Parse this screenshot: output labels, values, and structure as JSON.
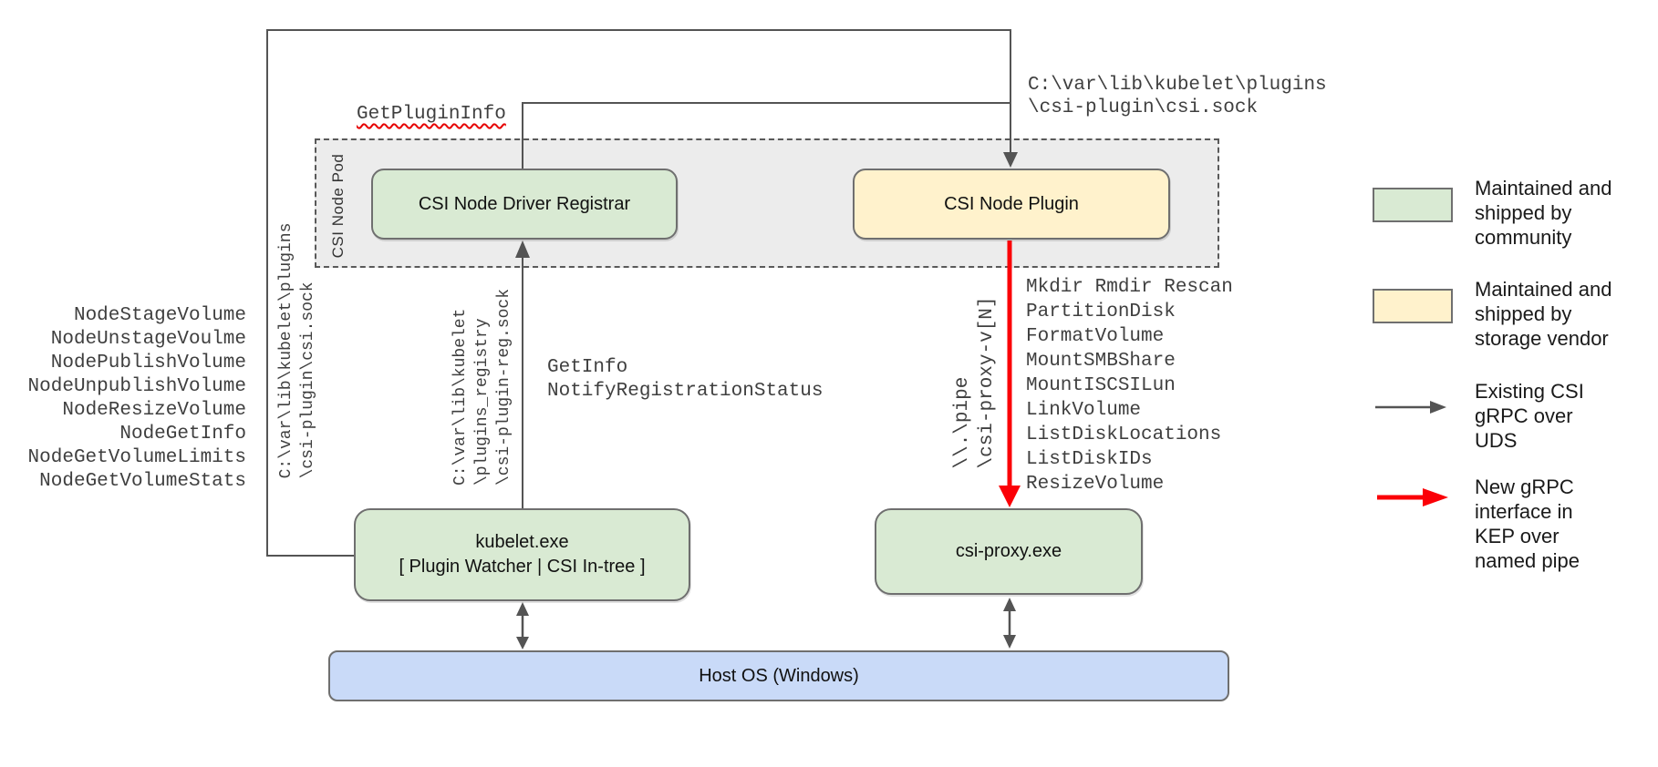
{
  "diagram": {
    "pod_label": "CSI Node Pod",
    "boxes": {
      "registrar": "CSI Node Driver Registrar",
      "plugin": "CSI Node Plugin",
      "kubelet_line1": "kubelet.exe",
      "kubelet_line2": "[ Plugin Watcher | CSI In-tree ]",
      "csi_proxy": "csi-proxy.exe",
      "host_os": "Host OS (Windows)"
    },
    "labels": {
      "get_plugin_info": "GetPluginInfo",
      "top_right_socket_path": "C:\\var\\lib\\kubelet\\plugins\n\\csi-plugin\\csi.sock",
      "kubelet_plugin_socket_path_rotated": "C:\\var\\lib\\kubelet\\plugins\n\\csi-plugin\\csi.sock",
      "registration_socket_path_rotated": "C:\\var\\lib\\kubelet\n\\plugins_registry\n\\csi-plugin-reg.sock",
      "named_pipe_rotated": "\\\\.\\pipe\n\\csi-proxy-v[N]"
    },
    "kubelet_csi_ops": [
      "NodeStageVolume",
      "NodeUnstageVoulme",
      "NodePublishVolume",
      "NodeUnpublishVolume",
      "NodeResizeVolume",
      "NodeGetInfo",
      "NodeGetVolumeLimits",
      "NodeGetVolumeStats"
    ],
    "csi_proxy_ops": [
      "Mkdir Rmdir Rescan",
      "PartitionDisk",
      "FormatVolume",
      "MountSMBShare",
      "MountISCSILun",
      "LinkVolume",
      "ListDiskLocations",
      "ListDiskIDs",
      "ResizeVolume"
    ],
    "registrar_ops": [
      "GetInfo",
      "NotifyRegistrationStatus"
    ]
  },
  "legend": {
    "items": [
      {
        "icon": "green-box",
        "label": "Maintained and\nshipped by\ncommunity"
      },
      {
        "icon": "yellow-box",
        "label": "Maintained and\nshipped by\nstorage vendor"
      },
      {
        "icon": "gray-arrow",
        "label": "Existing CSI\ngRPC over\nUDS"
      },
      {
        "icon": "red-arrow",
        "label": "New gRPC\ninterface in\nKEP over\nnamed pipe"
      }
    ]
  },
  "colors": {
    "community_green": "#d9ead3",
    "vendor_yellow": "#fff2cc",
    "host_blue": "#c9daf8",
    "pod_gray_fill": "#ececec",
    "line_gray": "#545454",
    "new_grpc_red": "#fb0007",
    "spellcheck_red": "#e60000"
  }
}
